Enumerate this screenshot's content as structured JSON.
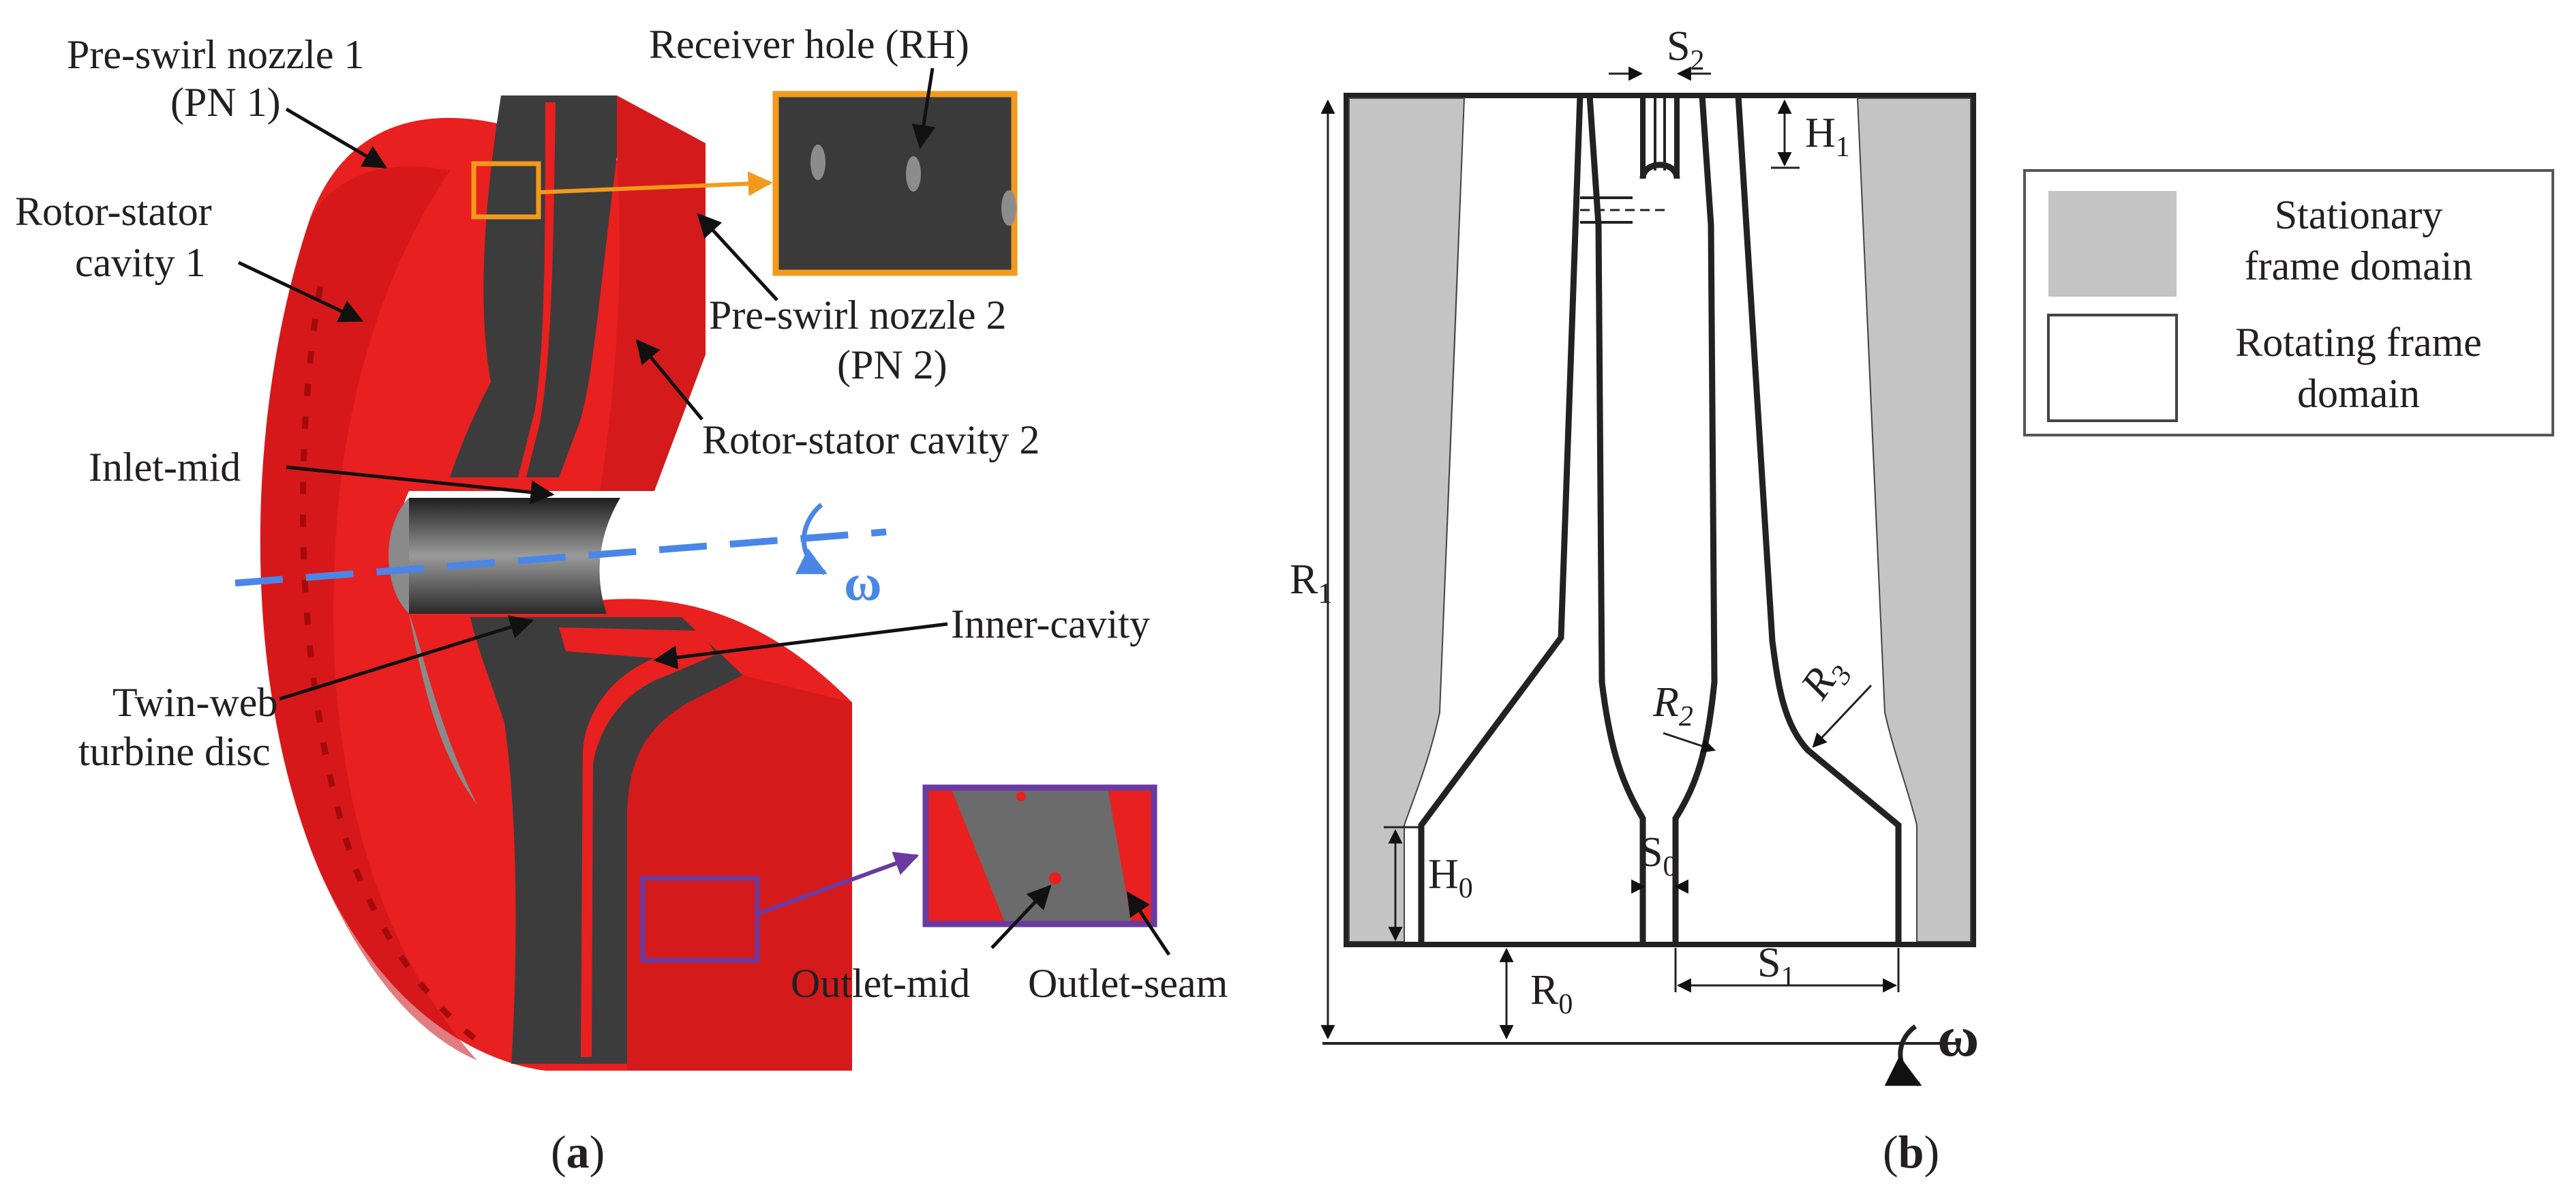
{
  "colors": {
    "red": "#e8201f",
    "dark_red": "#b80d10",
    "dark_gray": "#3c3c3c",
    "light_gray": "#c4c4c4",
    "orange": "#f39a1c",
    "purple": "#6a3aa0",
    "blue": "#4a86e8"
  },
  "panel_a": {
    "labels": {
      "pn1_line1": "Pre-swirl nozzle 1",
      "pn1_line2": "(PN 1)",
      "rsc1_line1": "Rotor-stator",
      "rsc1_line2": "cavity 1",
      "receiver_hole": "Receiver hole (RH)",
      "pn2_line1": "Pre-swirl nozzle 2",
      "pn2_line2": "(PN 2)",
      "rsc2": "Rotor-stator cavity 2",
      "inlet_mid": "Inlet-mid",
      "omega": "ω",
      "inner_cavity": "Inner-cavity",
      "twin_web_line1": "Twin-web",
      "twin_web_line2": "turbine disc",
      "outlet_mid": "Outlet-mid",
      "outlet_seam": "Outlet-seam"
    },
    "caption": {
      "open": "(",
      "letter": "a",
      "close": ")"
    }
  },
  "panel_b": {
    "dims": {
      "S2": {
        "main": "S",
        "sub": "2"
      },
      "H1": {
        "main": "H",
        "sub": "1"
      },
      "R1": {
        "main": "R",
        "sub": "1"
      },
      "R2": {
        "main": "R",
        "sub": "2"
      },
      "R3": {
        "main": "R",
        "sub": "3"
      },
      "H0": {
        "main": "H",
        "sub": "0"
      },
      "S0": {
        "main": "S",
        "sub": "0"
      },
      "R0": {
        "main": "R",
        "sub": "0"
      },
      "S1": {
        "main": "S",
        "sub": "1"
      }
    },
    "omega": "ω",
    "legend": {
      "stationary_line1": "Stationary",
      "stationary_line2": "frame domain",
      "rotating_line1": "Rotating frame",
      "rotating_line2": "domain"
    },
    "caption": {
      "open": "(",
      "letter": "b",
      "close": ")"
    }
  }
}
